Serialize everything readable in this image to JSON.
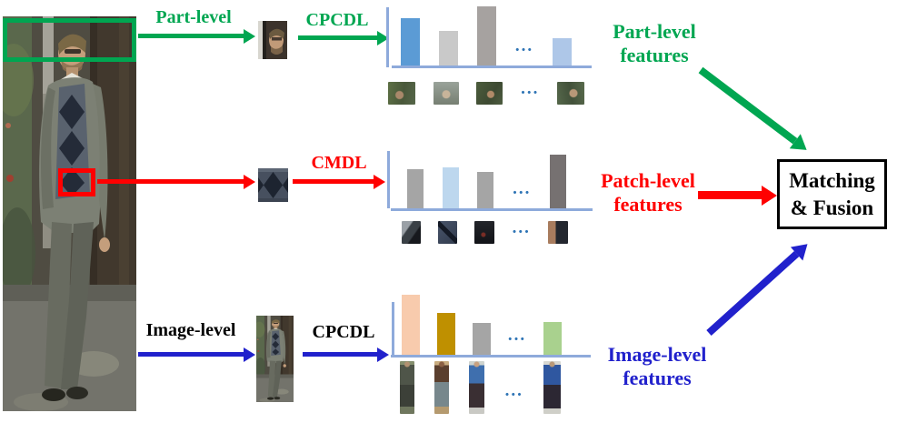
{
  "labels": {
    "part_level": "Part-level",
    "cpcdl_part": "CPCDL",
    "cmdl": "CMDL",
    "image_level": "Image-level",
    "cpcdl_image": "CPCDL",
    "ellipsis": "..."
  },
  "outputs": {
    "part": {
      "line1": "Part-level",
      "line2": "features"
    },
    "patch": {
      "line1": "Patch-level",
      "line2": "features"
    },
    "image": {
      "line1": "Image-level",
      "line2": "features"
    }
  },
  "fusion_box": {
    "line1": "Matching",
    "line2": "& Fusion"
  },
  "colors": {
    "part_green": "#00A651",
    "patch_red": "#FF0000",
    "image_blue": "#2121CC",
    "axis_blue": "#8EAADB",
    "dots_blue": "#2E74B5",
    "fusion_border": "#000000"
  },
  "icons": {
    "region_boxes": [
      "part-region-box",
      "patch-region-box"
    ],
    "arrows": [
      "part-level-arrow",
      "cpcdl-part-arrow",
      "patch-arrow",
      "cmdl-arrow",
      "image-level-arrow",
      "cpcdl-image-arrow",
      "part-features-arrow",
      "patch-features-arrow",
      "image-features-arrow"
    ],
    "thumbnails": {
      "part_chart": "head-crop-thumbnails",
      "patch_chart": "torso-patch-thumbnails",
      "image_chart": "pedestrian-thumbnails"
    }
  },
  "chart_data": [
    {
      "type": "bar",
      "id": "part-level-histogram",
      "title": "",
      "values": [
        0.76,
        0.56,
        0.96,
        0.44
      ],
      "colors": [
        "#5B9BD5",
        "#C9C9C9",
        "#A6A2A0",
        "#AEC7E8"
      ],
      "ellipsis_before_last": true,
      "ylim": [
        0,
        1
      ],
      "xlabel": "",
      "ylabel": "",
      "x_items": "head-part dictionary thumbnails"
    },
    {
      "type": "bar",
      "id": "patch-level-histogram",
      "title": "",
      "values": [
        0.7,
        0.74,
        0.66,
        0.97
      ],
      "colors": [
        "#A5A5A5",
        "#BDD7EE",
        "#A5A5A5",
        "#767171"
      ],
      "ellipsis_before_last": true,
      "ylim": [
        0,
        1
      ],
      "xlabel": "",
      "ylabel": "",
      "x_items": "torso-patch dictionary thumbnails"
    },
    {
      "type": "bar",
      "id": "image-level-histogram",
      "title": "",
      "values": [
        0.97,
        0.68,
        0.51,
        0.53
      ],
      "colors": [
        "#F8CBAD",
        "#BF9000",
        "#A5A5A5",
        "#A9D18E"
      ],
      "ellipsis_before_last": true,
      "ylim": [
        0,
        1
      ],
      "xlabel": "",
      "ylabel": "",
      "x_items": "pedestrian-image dictionary thumbnails"
    }
  ]
}
